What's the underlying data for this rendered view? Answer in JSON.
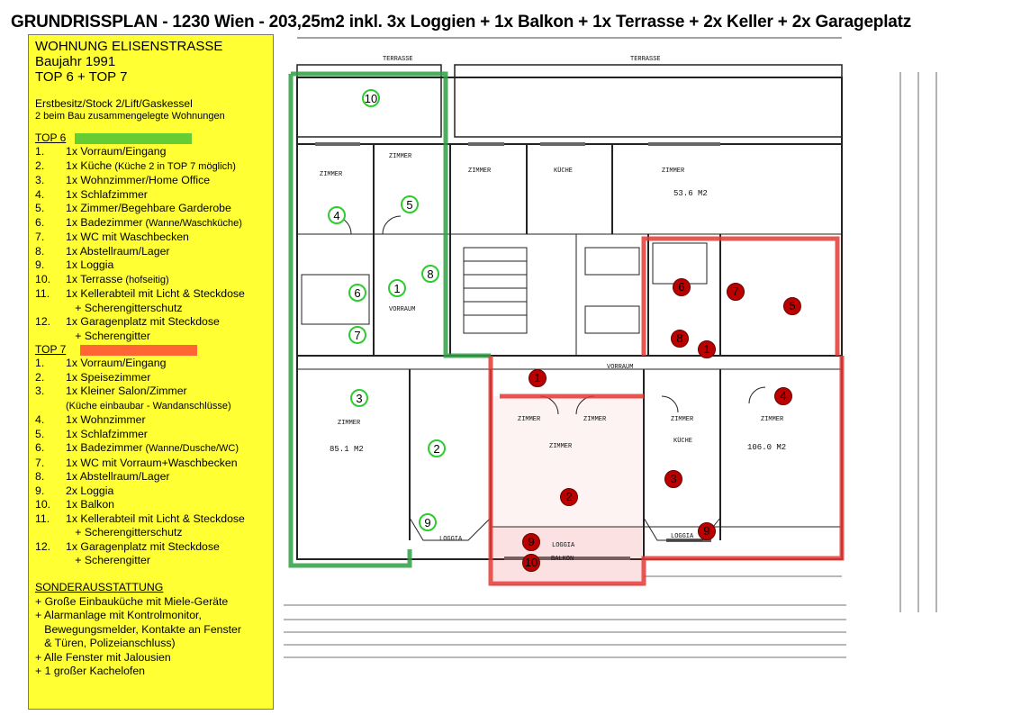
{
  "title": "GRUNDRISSPLAN - 1230 Wien - 203,25m2 inkl. 3x Loggien + 1x Balkon + 1x Terrasse + 2x Keller + 2x Garageplatz",
  "panel": {
    "heading1": "WOHNUNG ELISENSTRASSE",
    "heading2": "Baujahr 1991",
    "heading3": "TOP 6 + TOP 7",
    "info1": "Erstbesitz/Stock 2/Lift/Gaskessel",
    "info2": "2 beim Bau zusammengelegte Wohnungen",
    "top6": {
      "label": "TOP 6",
      "color": "#66cc33",
      "items": [
        {
          "n": "1.",
          "t": "1x Vorraum/Eingang"
        },
        {
          "n": "2.",
          "t": "1x Küche",
          "s": " (Küche 2 in TOP 7 möglich)"
        },
        {
          "n": "3.",
          "t": "1x Wohnzimmer/Home Office"
        },
        {
          "n": "4.",
          "t": "1x Schlafzimmer"
        },
        {
          "n": "5.",
          "t": "1x Zimmer/Begehbare Garderobe"
        },
        {
          "n": "6.",
          "t": "1x Badezimmer",
          "s": " (Wanne/Waschküche)"
        },
        {
          "n": "7.",
          "t": "1x WC mit Waschbecken"
        },
        {
          "n": "8.",
          "t": "1x Abstellraum/Lager"
        },
        {
          "n": "9.",
          "t": "1x Loggia"
        },
        {
          "n": "10.",
          "t": "1x Terrasse",
          "s": " (hofseitig)"
        },
        {
          "n": "11.",
          "t": "1x Kellerabteil mit Licht & Steckdose\n   + Scherengitterschutz"
        },
        {
          "n": "12.",
          "t": "1x Garagenplatz mit Steckdose\n   + Scherengitter"
        }
      ]
    },
    "top7": {
      "label": "TOP 7",
      "color": "#ff6633",
      "items": [
        {
          "n": "1.",
          "t": "1x Vorraum/Eingang"
        },
        {
          "n": "2.",
          "t": "1x Speisezimmer"
        },
        {
          "n": "3.",
          "t": "1x Kleiner Salon/Zimmer",
          "s2": "(Küche einbaubar - Wandanschlüsse)"
        },
        {
          "n": "4.",
          "t": "1x Wohnzimmer"
        },
        {
          "n": "5.",
          "t": "1x Schlafzimmer"
        },
        {
          "n": "6.",
          "t": "1x Badezimmer",
          "s": " (Wanne/Dusche/WC)"
        },
        {
          "n": "7.",
          "t": "1x WC mit Vorraum+Waschbecken"
        },
        {
          "n": "8.",
          "t": "1x Abstellraum/Lager"
        },
        {
          "n": "9.",
          "t": "2x Loggia"
        },
        {
          "n": "10.",
          "t": "1x Balkon"
        },
        {
          "n": "11.",
          "t": "1x Kellerabteil mit Licht & Steckdose\n   + Scherengitterschutz"
        },
        {
          "n": "12.",
          "t": "1x Garagenplatz mit Steckdose\n   + Scherengitter"
        }
      ]
    },
    "extras_title": "SONDERAUSSTATTUNG",
    "extras": [
      "+ Große Einbauküche mit Miele-Geräte",
      "+ Alarmanlage mit Kontrolmonitor,\n   Bewegungsmelder, Kontakte an Fenster\n   & Türen, Polizeianschluss)",
      "+ Alle Fenster mit Jalousien",
      "+ 1 großer Kachelofen"
    ]
  },
  "plan": {
    "labels": {
      "terrasse": "TERRASSE",
      "zimmer": "ZIMMER",
      "kueche": "KÜCHE",
      "vorraum": "VORRAUM",
      "loggia": "LOGGIA",
      "balkon": "BALKON",
      "area1": "53.6 M2",
      "area2": "106.0 M2",
      "area3": "85.1 M2"
    },
    "green_markers": [
      "10",
      "4",
      "5",
      "8",
      "6",
      "1",
      "7",
      "3",
      "2",
      "9"
    ],
    "red_markers": [
      "6",
      "7",
      "5",
      "8",
      "1",
      "1",
      "4",
      "2",
      "3",
      "9",
      "9",
      "10"
    ]
  }
}
